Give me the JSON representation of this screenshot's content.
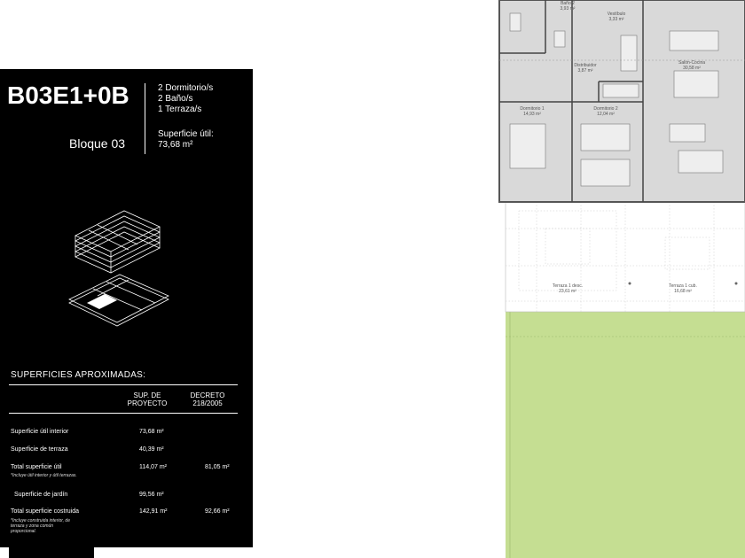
{
  "unit": {
    "code": "B03E1+0B",
    "bedrooms": "2 Dormitorio/s",
    "bathrooms": "2 Baño/s",
    "terraces": "1 Terraza/s",
    "surface_label": "Superficie útil:",
    "surface_value": "73,68 m²",
    "block": "Bloque 03"
  },
  "surfaces": {
    "title": "SUPERFICIES APROXIMADAS:",
    "col1": "SUP. DE PROYECTO",
    "col2": "DECRETO 218/2005",
    "rows": [
      {
        "label": "Superficie útil interior",
        "v1": "73,68 m²",
        "v2": ""
      },
      {
        "label": "Superficie de terraza",
        "v1": "40,39 m²",
        "v2": ""
      },
      {
        "label": "Total superficie útil",
        "v1": "114,07 m²",
        "v2": "81,05 m²",
        "note": "*Incluye útil interior y útil terrazas."
      },
      {
        "label": "Superficie de jardín",
        "v1": "99,56 m²",
        "v2": ""
      },
      {
        "label": "Total superficie costruida",
        "v1": "142,91 m²",
        "v2": "92,66 m²",
        "note": "*Incluye construida interior, de terraza y zona común proporcional."
      }
    ]
  },
  "plan": {
    "rooms": [
      {
        "name": "Baño 2",
        "area": "3,93 m²"
      },
      {
        "name": "Vestíbulo",
        "area": "3,33 m²"
      },
      {
        "name": "Salón-Cocina",
        "area": "30,58 m²"
      },
      {
        "name": "Distribuidor",
        "area": "3,87 m²"
      },
      {
        "name": "Dormitorio 1",
        "area": "14,93 m²"
      },
      {
        "name": "Dormitorio 2",
        "area": "12,04 m²"
      },
      {
        "name": "Terraza 1 desc.",
        "area": "23,61 m²"
      },
      {
        "name": "Terraza 1 cub.",
        "area": "16,68 m²"
      }
    ]
  },
  "colors": {
    "panel": "#000000",
    "garden": "#c5de92",
    "floor": "#d9d9d9"
  }
}
